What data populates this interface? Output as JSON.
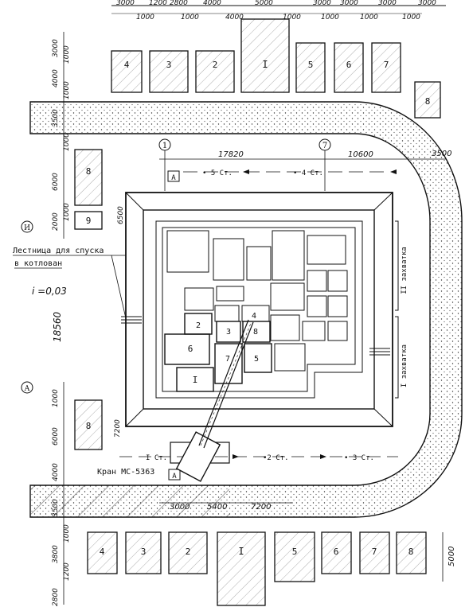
{
  "top_dims_upper": [
    "3000",
    "1200",
    "2800",
    "4000",
    "5000",
    "3000",
    "3000",
    "3000",
    "3000"
  ],
  "top_dims_lower": [
    "1000",
    "1000",
    "4000",
    "1000",
    "1000",
    "1000",
    "1000"
  ],
  "top_row": [
    {
      "label": "4"
    },
    {
      "label": "3"
    },
    {
      "label": "2"
    },
    {
      "label": "I"
    },
    {
      "label": "5"
    },
    {
      "label": "6"
    },
    {
      "label": "7"
    }
  ],
  "right_storage": "8",
  "left_upper": {
    "box8": "8",
    "box9": "9"
  },
  "left_lower": {
    "box8": "8"
  },
  "bottom_row": [
    {
      "label": "4"
    },
    {
      "label": "3"
    },
    {
      "label": "2"
    },
    {
      "label": "I"
    },
    {
      "label": "5"
    },
    {
      "label": "6"
    },
    {
      "label": "7"
    },
    {
      "label": "8"
    }
  ],
  "axes": {
    "axis1": "1",
    "axis7": "7",
    "axisI": "И",
    "axisA": "A"
  },
  "top_span_dims": {
    "d1": "17820",
    "d2": "10600",
    "d3": "3500"
  },
  "bottom_dims": [
    "3000",
    "5400",
    "7200"
  ],
  "left_dims": {
    "upper": [
      "3000",
      "1000",
      "4000",
      "1000",
      "3500",
      "1000",
      "6000",
      "1000",
      "6500",
      "2000"
    ],
    "lower": [
      "1000",
      "6000",
      "7200",
      "4000",
      "3500",
      "1000",
      "3800",
      "1200",
      "2800"
    ],
    "overall": "18560"
  },
  "stations": {
    "st1": "I Ст.",
    "st2": "•2 Ст.",
    "st3": "• 3 Ст.",
    "st4": "• 4 Ст.",
    "st5": "• 5 Ст."
  },
  "section_mark": "А",
  "stair_label": {
    "line1": "Лестница для спуска",
    "line2": "в котлован"
  },
  "slope": "i =0,03",
  "zones": {
    "zone2": "II захватка",
    "zone1": "I захватка"
  },
  "crane_label": "Кран МС-5363",
  "pit_sections": {
    "s1": "I",
    "s2": "2",
    "s3": "3",
    "s4": "4",
    "s5": "5",
    "s6": "6",
    "s7": "7",
    "s8": "8"
  },
  "right_dim": "5000",
  "colors": {
    "ink": "#111111",
    "road_fill": "#e9e9e9",
    "paper": "#ffffff"
  }
}
